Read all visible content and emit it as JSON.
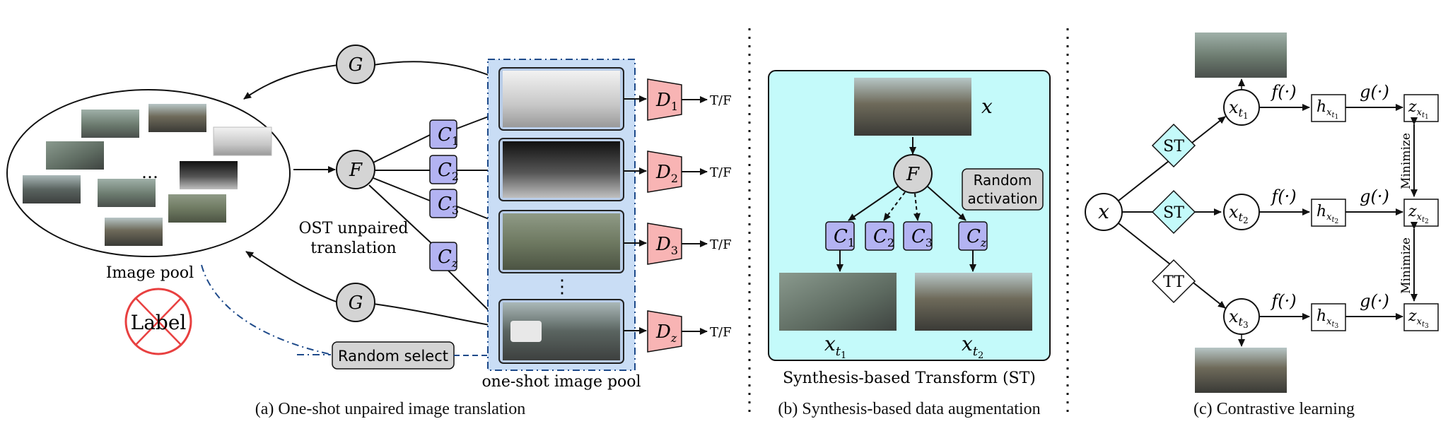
{
  "panel_a": {
    "caption": "(a) One-shot unpaired image translation",
    "image_pool_label": "Image pool",
    "ellipsis": "…",
    "label_sign": "Label",
    "node_g": "G",
    "node_f": "F",
    "c_nodes": [
      {
        "main": "C",
        "sub": "1"
      },
      {
        "main": "C",
        "sub": "2"
      },
      {
        "main": "C",
        "sub": "3"
      },
      {
        "main": "C",
        "sub": "z"
      }
    ],
    "ost_line1": "OST unpaired",
    "ost_line2": "translation",
    "random_select": "Random select",
    "one_shot_pool": "one-shot image pool",
    "vdots": "⋮",
    "discriminators": [
      {
        "main": "D",
        "sub": "1",
        "out": "T/F"
      },
      {
        "main": "D",
        "sub": "2",
        "out": "T/F"
      },
      {
        "main": "D",
        "sub": "3",
        "out": "T/F"
      },
      {
        "main": "D",
        "sub": "z",
        "out": "T/F"
      }
    ]
  },
  "panel_b": {
    "caption": "(b) Synthesis-based data augmentation",
    "subtitle": "Synthesis-based Transform (ST)",
    "x_label": "x",
    "node_f": "F",
    "random_activation_1": "Random",
    "random_activation_2": "activation",
    "c_nodes": [
      {
        "main": "C",
        "sub": "1"
      },
      {
        "main": "C",
        "sub": "2"
      },
      {
        "main": "C",
        "sub": "3"
      },
      {
        "main": "C",
        "sub": "z"
      }
    ],
    "out_left": {
      "main": "x",
      "sub": "t",
      "subsub": "1"
    },
    "out_right": {
      "main": "x",
      "sub": "t",
      "subsub": "2"
    }
  },
  "panel_c": {
    "caption": "(c) Contrastive learning",
    "x_label": "x",
    "transforms": [
      "ST",
      "ST",
      "TT"
    ],
    "xt_subs": [
      "1",
      "2",
      "3"
    ],
    "f_label": "f(·)",
    "g_label": "g(·)",
    "h_main": "h",
    "z_main": "z",
    "minimize": "Minimize"
  },
  "colors": {
    "node_gray": "#d4d4d4",
    "c_purple": "#b3b3f2",
    "d_pink": "#f8b4b4",
    "pool_blue": "#c9ddf5",
    "st_cyan": "#c4fafa",
    "label_red": "#e84040"
  }
}
